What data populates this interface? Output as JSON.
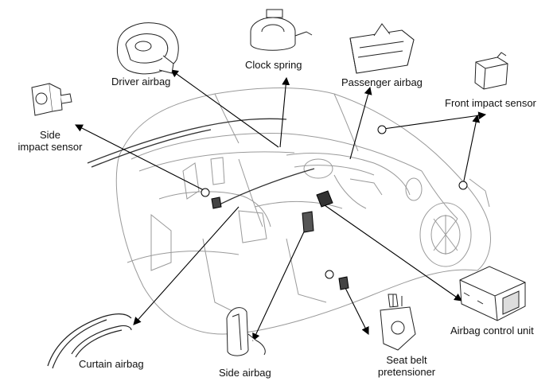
{
  "labels": {
    "driver_airbag": "Driver airbag",
    "clock_spring": "Clock spring",
    "passenger_airbag": "Passenger airbag",
    "side_impact_sensor": [
      "Side",
      "impact sensor"
    ],
    "front_impact_sensor": "Front impact sensor",
    "curtain_airbag": "Curtain airbag",
    "side_airbag": "Side airbag",
    "seat_belt_pretensioner": [
      "Seat belt",
      "pretensioner"
    ],
    "airbag_control_unit": "Airbag control unit"
  }
}
